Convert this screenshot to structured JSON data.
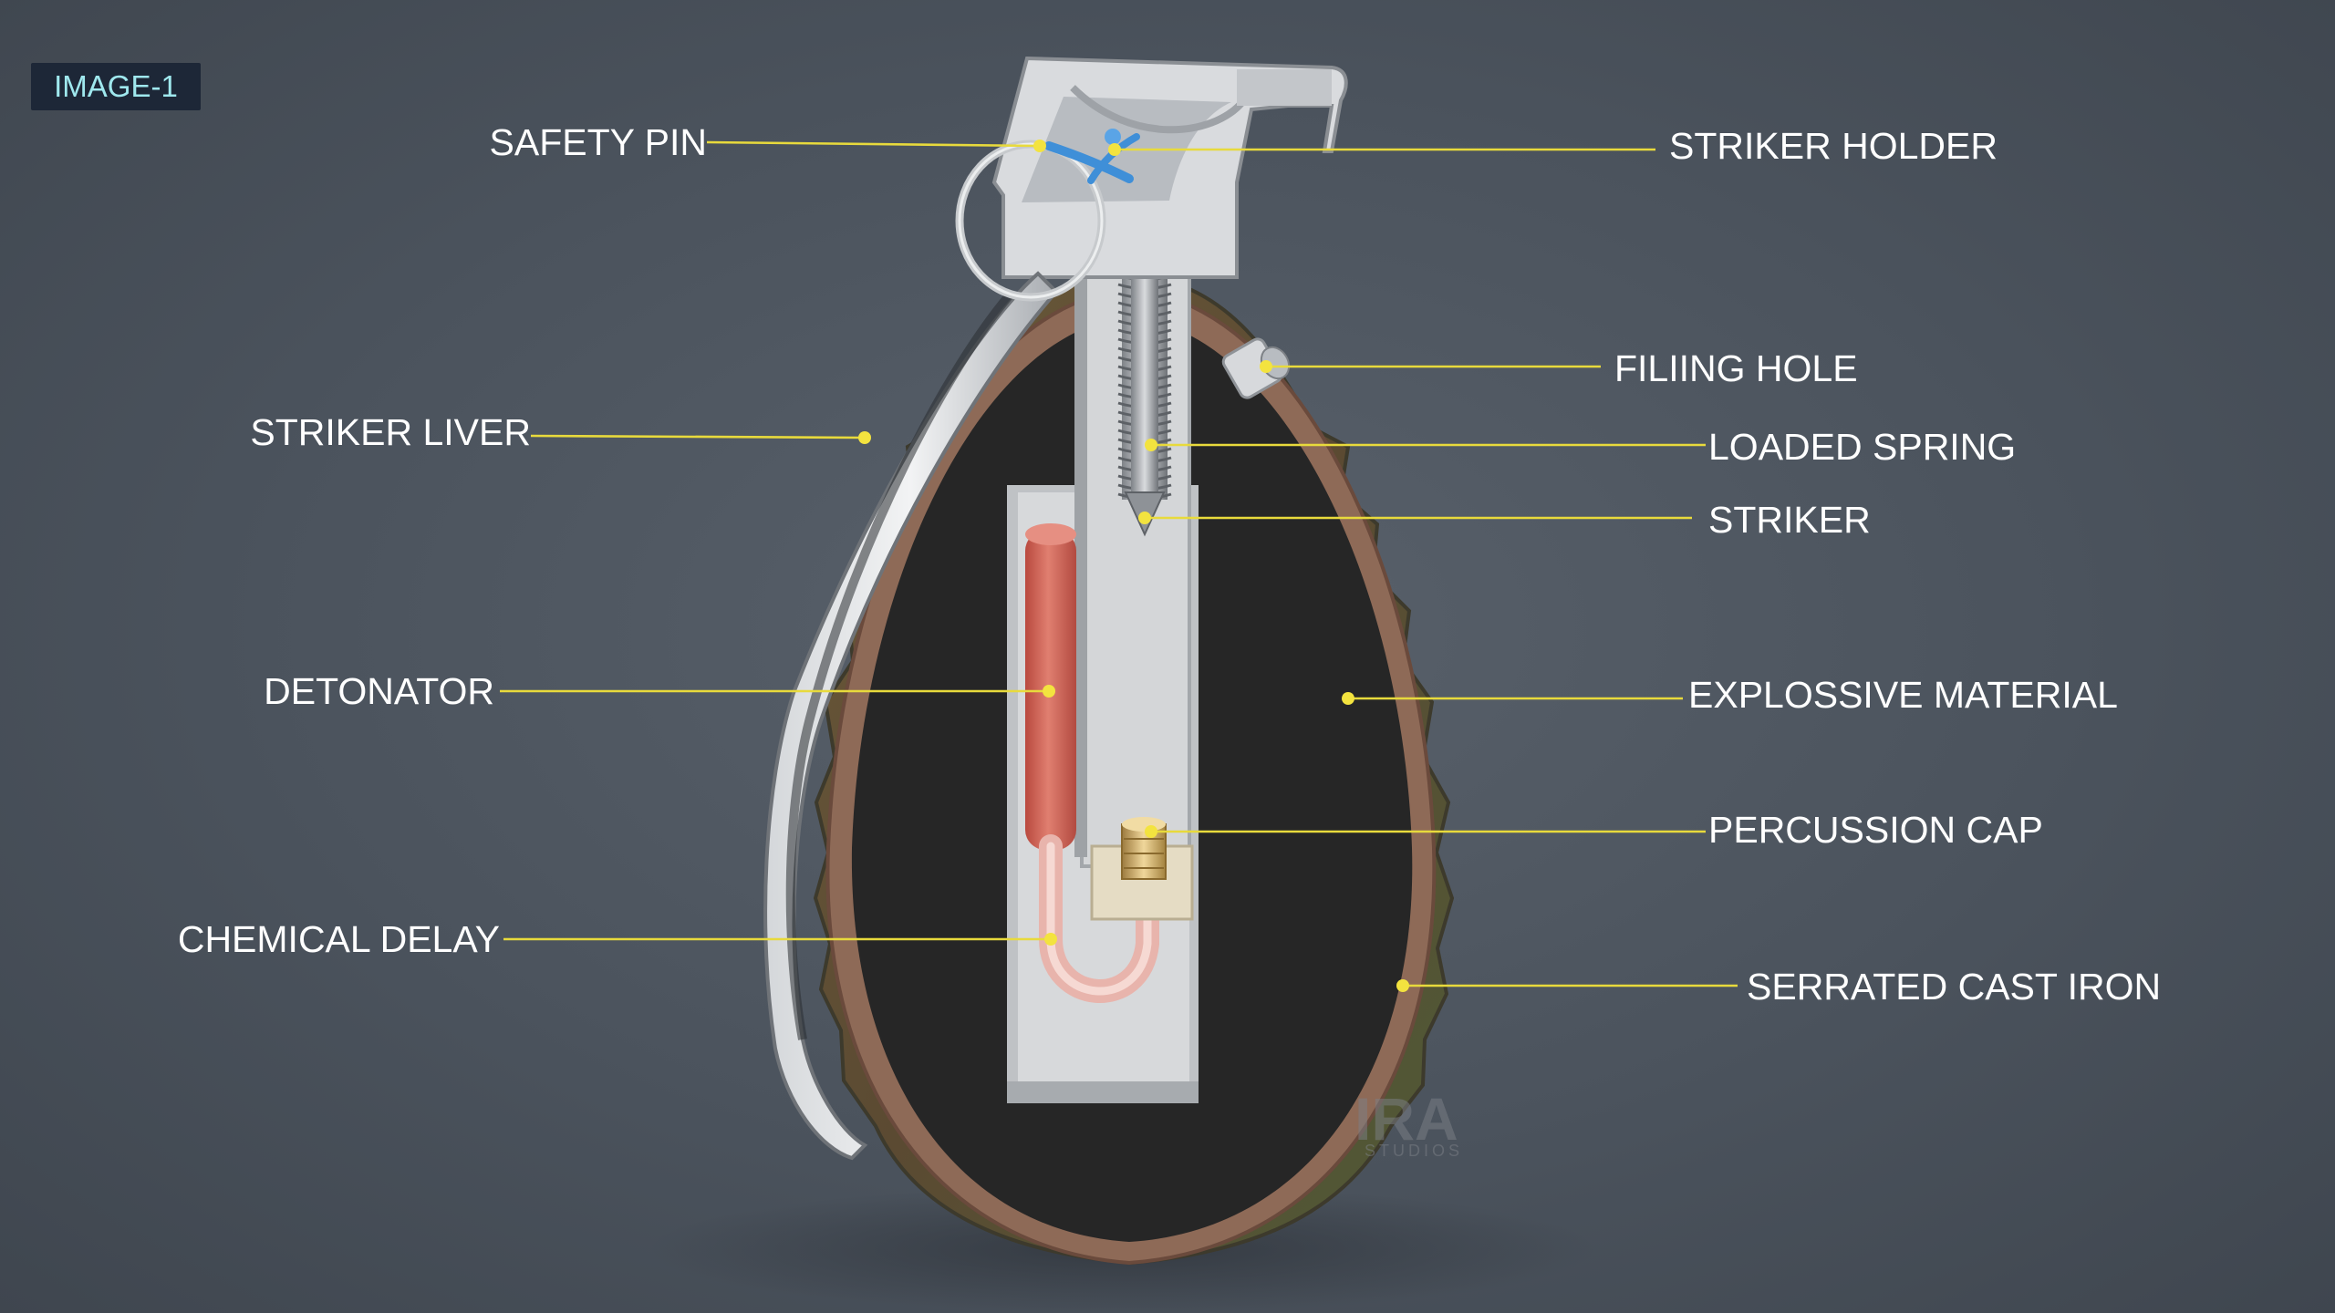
{
  "image_tag": "IMAGE-1",
  "labels": {
    "safety_pin": "SAFETY PIN",
    "striker_holder": "STRIKER HOLDER",
    "filling_hole": "FILIING HOLE",
    "striker_liver": "STRIKER LIVER",
    "loaded_spring": "LOADED SPRING",
    "striker": "STRIKER",
    "detonator": "DETONATOR",
    "explosive_material": "EXPLOSSIVE MATERIAL",
    "percussion_cap": "PERCUSSION CAP",
    "chemical_delay": "CHEMICAL DELAY",
    "serrated_cast_iron": "SERRATED CAST IRON"
  },
  "watermark": {
    "main": "IRA",
    "sub": "STUDIOS"
  },
  "colors": {
    "leader_line": "#e8da3c",
    "label_text": "#ffffff",
    "background": "#4b535d",
    "explosive": "#262626",
    "detonator": "#d86d5f",
    "tag_bg": "#1d2737",
    "tag_text": "#9fe8ee"
  }
}
